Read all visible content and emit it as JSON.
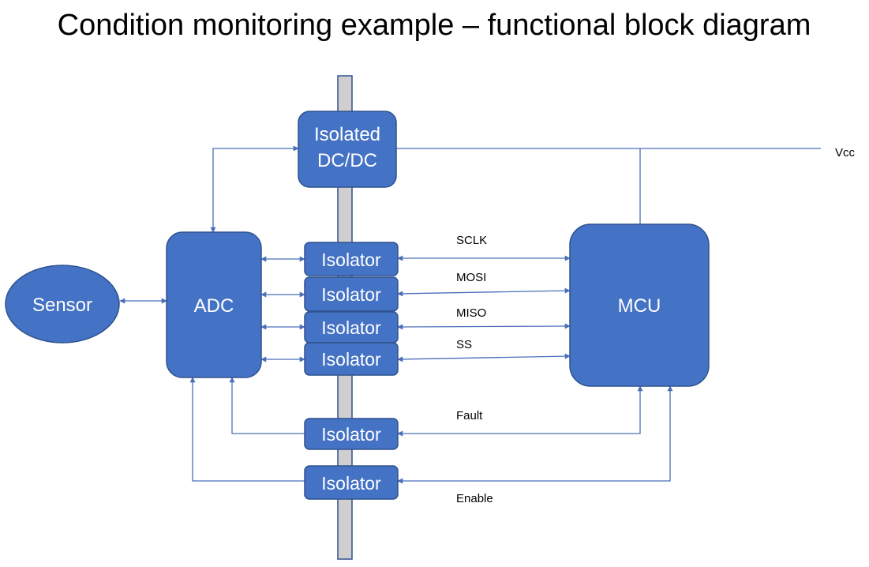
{
  "title": "Condition monitoring example – functional block diagram",
  "blocks": {
    "sensor": "Sensor",
    "adc": "ADC",
    "mcu": "MCU",
    "dcdc_line1": "Isolated",
    "dcdc_line2": "DC/DC",
    "isolator": "Isolator"
  },
  "signals": {
    "sclk": "SCLK",
    "mosi": "MOSI",
    "miso": "MISO",
    "ss": "SS",
    "fault": "Fault",
    "enable": "Enable",
    "vcc": "Vcc"
  },
  "colors": {
    "block_fill": "#4472c4",
    "block_stroke": "#2f528f",
    "connector": "#4a6fb8",
    "barrier_fill": "#d0cece",
    "barrier_stroke": "#2f528f"
  }
}
